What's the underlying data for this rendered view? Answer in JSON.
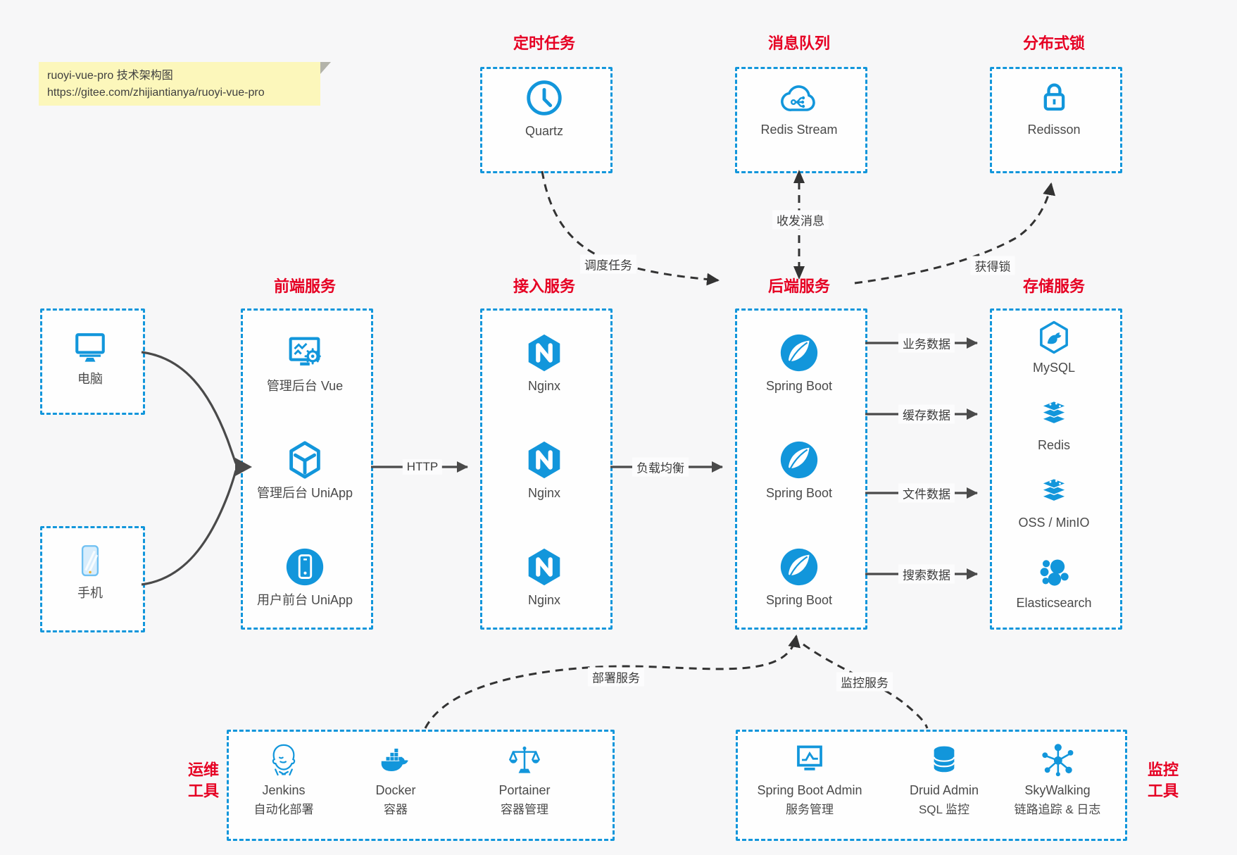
{
  "note": {
    "line1": "ruoyi-vue-pro 技术架构图",
    "line2": "https://gitee.com/zhijiantianya/ruoyi-vue-pro"
  },
  "colors": {
    "accent_blue": "#1296db",
    "title_red": "#e60023",
    "arrow_gray": "#4a4a4a",
    "dashed_arrow_dark": "#333333",
    "note_yellow": "#fcf7bb",
    "canvas": "#f7f7f8"
  },
  "titles": {
    "scheduler": "定时任务",
    "mq": "消息队列",
    "lock": "分布式锁",
    "frontend": "前端服务",
    "gateway": "接入服务",
    "backend": "后端服务",
    "storage": "存储服务",
    "ops_line1": "运维",
    "ops_line2": "工具",
    "monitor_line1": "监控",
    "monitor_line2": "工具"
  },
  "nodes": {
    "quartz": {
      "icon": "clock-icon",
      "label": "Quartz"
    },
    "redis_stream": {
      "icon": "cloud-message-icon",
      "label": "Redis Stream"
    },
    "redisson": {
      "icon": "padlock-icon",
      "label": "Redisson"
    },
    "pc": {
      "icon": "desktop-icon",
      "label": "电脑"
    },
    "phone": {
      "icon": "smartphone-icon",
      "label": "手机"
    },
    "frontend": [
      {
        "icon": "admin-dashboard-icon",
        "label": "管理后台 Vue"
      },
      {
        "icon": "cube-icon",
        "label": "管理后台 UniApp"
      },
      {
        "icon": "mobile-app-icon",
        "label": "用户前台 UniApp"
      }
    ],
    "gateway": [
      {
        "icon": "nginx-icon",
        "label": "Nginx"
      },
      {
        "icon": "nginx-icon",
        "label": "Nginx"
      },
      {
        "icon": "nginx-icon",
        "label": "Nginx"
      }
    ],
    "backend": [
      {
        "icon": "spring-boot-icon",
        "label": "Spring Boot"
      },
      {
        "icon": "spring-boot-icon",
        "label": "Spring Boot"
      },
      {
        "icon": "spring-boot-icon",
        "label": "Spring Boot"
      }
    ],
    "storage": [
      {
        "icon": "mysql-icon",
        "label": "MySQL"
      },
      {
        "icon": "redis-icon",
        "label": "Redis"
      },
      {
        "icon": "object-storage-icon",
        "label": "OSS / MinIO"
      },
      {
        "icon": "elasticsearch-icon",
        "label": "Elasticsearch"
      }
    ],
    "ops": [
      {
        "icon": "jenkins-icon",
        "label": "Jenkins",
        "sub": "自动化部署"
      },
      {
        "icon": "docker-icon",
        "label": "Docker",
        "sub": "容器"
      },
      {
        "icon": "portainer-icon",
        "label": "Portainer",
        "sub": "容器管理"
      }
    ],
    "monitor": [
      {
        "icon": "spring-boot-admin-icon",
        "label": "Spring Boot Admin",
        "sub": "服务管理"
      },
      {
        "icon": "druid-icon",
        "label": "Druid Admin",
        "sub": "SQL 监控"
      },
      {
        "icon": "skywalking-icon",
        "label": "SkyWalking",
        "sub": "链路追踪 & 日志"
      }
    ]
  },
  "edges": {
    "http": "HTTP",
    "load_balance": "负载均衡",
    "business_data": "业务数据",
    "cache_data": "缓存数据",
    "file_data": "文件数据",
    "search_data": "搜索数据",
    "schedule_task": "调度任务",
    "send_receive_message": "收发消息",
    "acquire_lock": "获得锁",
    "deploy_service": "部署服务",
    "monitor_service": "监控服务"
  }
}
